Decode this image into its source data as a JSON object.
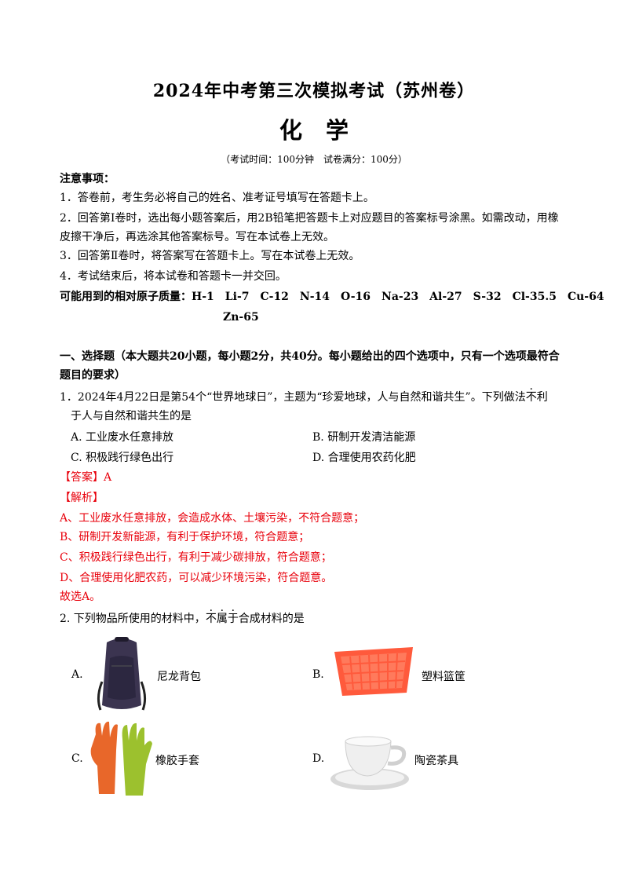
{
  "header": {
    "title": "2024年中考第三次模拟考试（苏州卷）",
    "subject": "化学",
    "meta": "（考试时间：100分钟　试卷满分：100分）"
  },
  "notes": {
    "heading": "注意事项：",
    "item1": "1．答卷前，考生务必将自己的姓名、准考证号填写在答题卡上。",
    "item2a": "2．回答第Ⅰ卷时，选出每小题答案后，用2B铅笔把答题卡上对应题目的答案标号涂黑。如需改动，用橡",
    "item2b": "皮擦干净后，再选涂其他答案标号。写在本试卷上无效。",
    "item3": "3．回答第Ⅱ卷时，将答案写在答题卡上。写在本试卷上无效。",
    "item4": "4．考试结束后，将本试卷和答题卡一并交回。",
    "atomic_label": "可能用到的相对原子质量：",
    "atomic_values": "H-1　Li-7　C-12　N-14　O-16　Na-23　Al-27　S-32　Cl-35.5　Cu-64",
    "atomic_values2": "Zn-65"
  },
  "section1": {
    "heading_a": "一、选择题（本大题共20小题，每小题2分，共40分。每小题给出的四个选项中，只有一个选项最符合",
    "heading_b": "题目的要求）"
  },
  "q1": {
    "text_a_pre": "1．2024年4月22日是第54个“世界地球日”，主题为“珍爱地球，人与自然和谐共生”。下列做法",
    "text_a_dot": "不",
    "text_a_post": "利",
    "text_b": "于人与自然和谐共生的是",
    "optA": "A. 工业废水任意排放",
    "optB": "B. 研制开发清洁能源",
    "optC": "C. 积极践行绿色出行",
    "optD": "D. 合理使用农药化肥",
    "answer": "【答案】A",
    "analysis_label": "【解析】",
    "anA": "A、工业废水任意排放，会造成水体、土壤污染，不符合题意；",
    "anB": "B、研制开发新能源，有利于保护环境，符合题意；",
    "anC": "C、积极践行绿色出行，有利于减少碳排放，符合题意；",
    "anD": "D、合理使用化肥农药，可以减少环境污染，符合题意。",
    "conclusion": "故选A。"
  },
  "q2": {
    "text_pre": "2. 下列物品所使用的材料中，",
    "text_dot1": "不",
    "text_dot2": "属",
    "text_dot3": "于",
    "text_post": "合成材料的是",
    "optA_letter": "A.",
    "optA_label": "尼龙背包",
    "optB_letter": "B.",
    "optB_label": "塑料篮筐",
    "optC_letter": "C.",
    "optC_label": "橡胶手套",
    "optD_letter": "D.",
    "optD_label": "陶瓷茶具"
  },
  "colors": {
    "answer_red": "#e8000b",
    "basket": "#ff5a3c",
    "glove_orange": "#e8672a",
    "glove_green": "#9cc12e",
    "backpack": "#3b3450"
  }
}
